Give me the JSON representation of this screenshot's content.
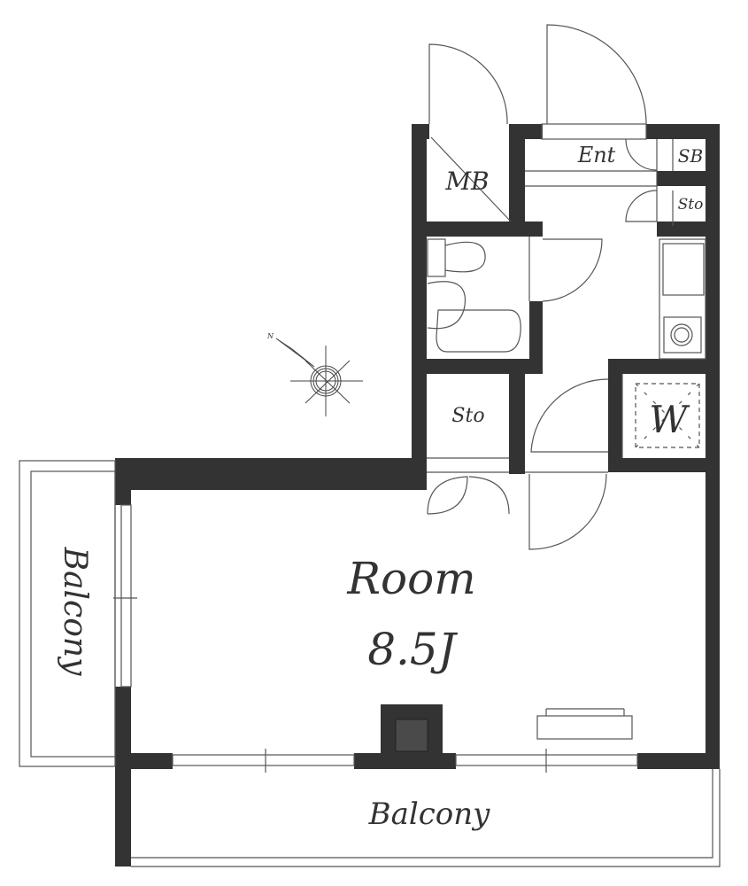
{
  "rooms": {
    "mb": "MB",
    "entrance": "Ent",
    "shoe_box": "SB",
    "storage_top": "Sto",
    "storage_mid": "Sto",
    "washer": "W",
    "room_name": "Room",
    "room_size": "8.5J",
    "balcony_bottom": "Balcony",
    "balcony_left": "Balcony"
  },
  "compass": {
    "label": "N"
  },
  "colors": {
    "wall": "#333333",
    "line": "#555555",
    "column_inner": "#4a4a4a"
  }
}
